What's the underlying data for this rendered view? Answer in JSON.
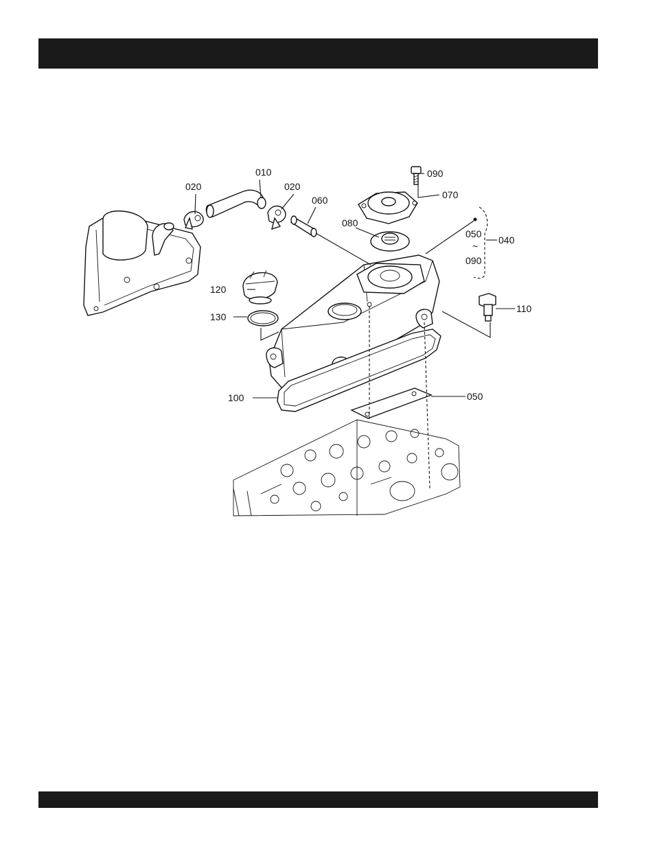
{
  "header": {
    "title": ""
  },
  "footer": {
    "text": ""
  },
  "callouts": {
    "c010": "010",
    "c020a": "020",
    "c020b": "020",
    "c060": "060",
    "c090top": "090",
    "c070": "070",
    "c080": "080",
    "c050r": "050",
    "c040": "040",
    "c090r": "090",
    "c120": "120",
    "c130": "130",
    "c110": "110",
    "c100": "100",
    "c050b": "050",
    "tilde": "~"
  },
  "colors": {
    "bar": "#1a1a1a",
    "ink": "#111111",
    "paper": "#ffffff"
  }
}
